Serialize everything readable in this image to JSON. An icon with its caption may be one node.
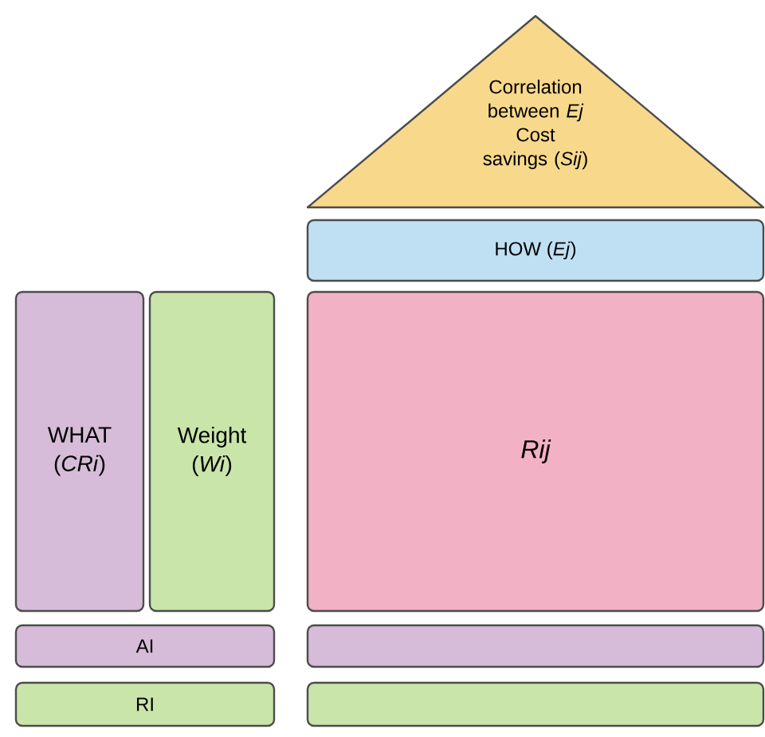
{
  "diagram": {
    "nodes": [
      {
        "text": [
          "Correlation between *Ej*",
          "Cost savings (*Sij*)"
        ]
      },
      {
        "text": [
          "HOW (*Ej*)"
        ]
      },
      {
        "text": [
          "WHAT (*CRi*)"
        ]
      },
      {
        "text": [
          "Weight (*Wi*)"
        ]
      },
      {
        "text": [
          "Rij"
        ]
      },
      {
        "text": [
          "AI"
        ]
      },
      {
        "text": [],
        "shape": "bar"
      },
      {
        "text": [
          "RI"
        ]
      },
      {
        "text": [],
        "shape": "bar"
      }
    ]
  }
}
